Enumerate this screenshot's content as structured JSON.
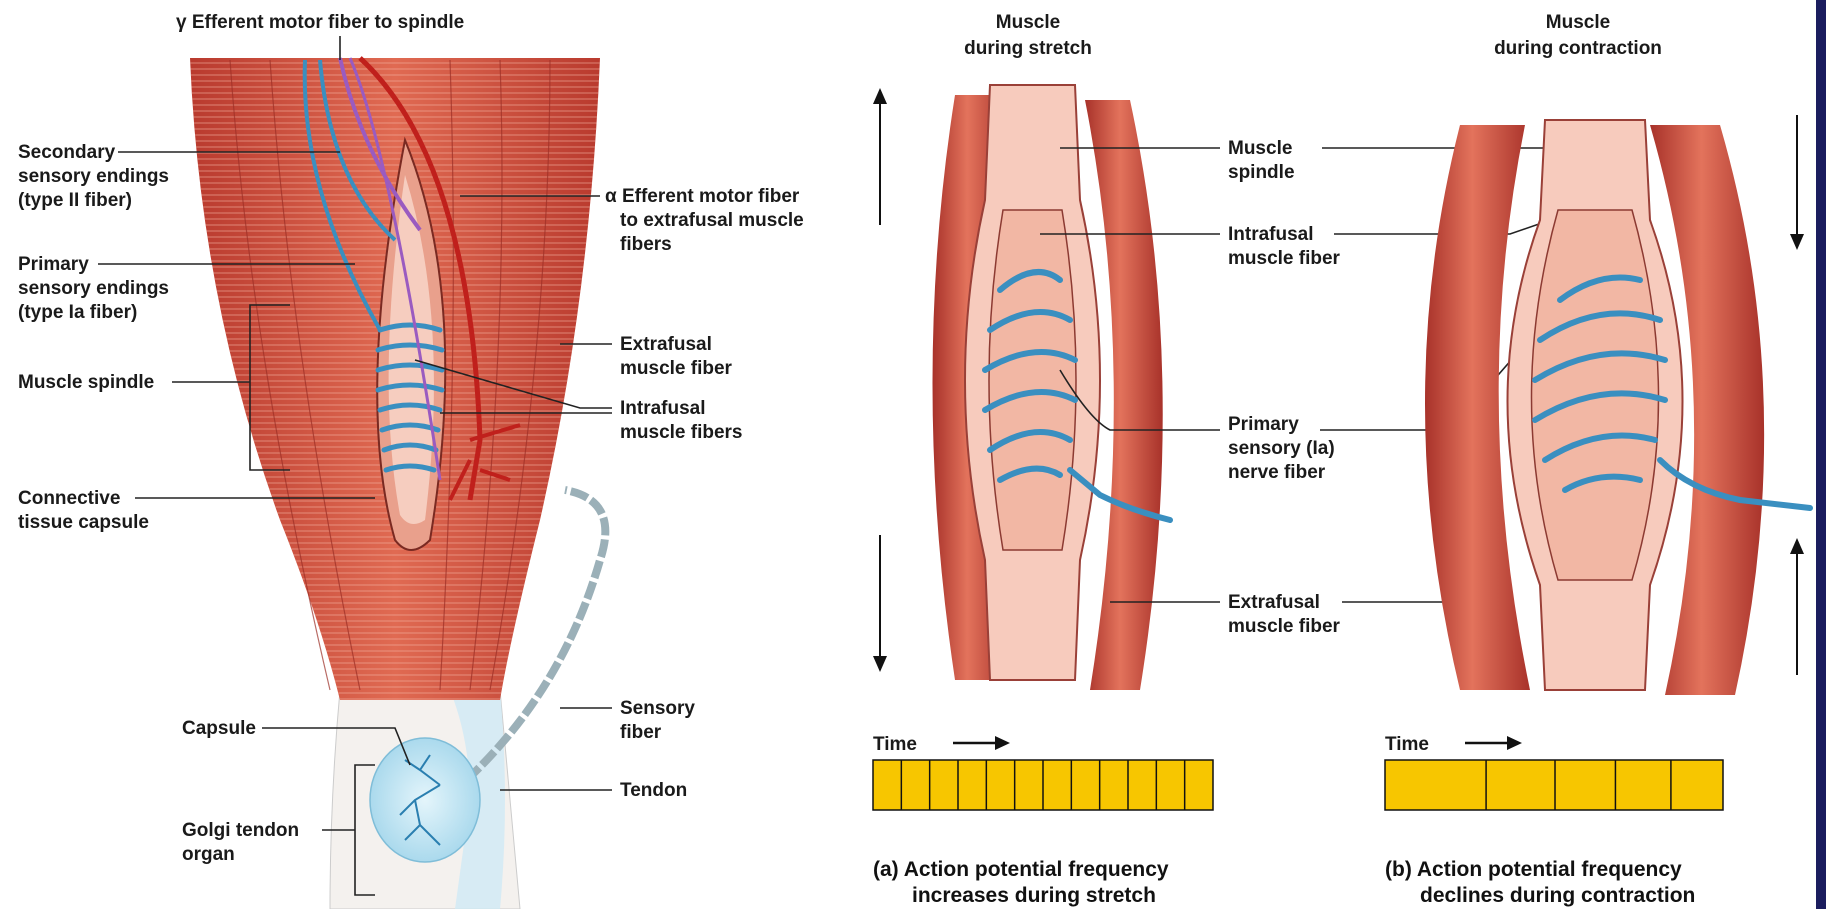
{
  "colors": {
    "muscle": "#c9483a",
    "muscle_light": "#e57a64",
    "spindle_inner": "#f7cbbd",
    "nerve_blue": "#3a8fc0",
    "motor_red": "#c0201c",
    "gamma_purple": "#9a5bc0",
    "tendon_blue": "#bfe3f0",
    "timeline_fill": "#f7c600",
    "border_right": "#1b1d5e"
  },
  "left_panel": {
    "gamma_label": "γ Efferent motor fiber to spindle",
    "secondary_endings": [
      "Secondary",
      "sensory endings",
      "(type II fiber)"
    ],
    "primary_endings": [
      "Primary",
      "sensory endings",
      "(type Ia fiber)"
    ],
    "muscle_spindle": "Muscle spindle",
    "connective_capsule": [
      "Connective",
      "tissue capsule"
    ],
    "alpha_fiber": [
      "α Efferent motor fiber",
      "to extrafusal muscle",
      "fibers"
    ],
    "extrafusal": [
      "Extrafusal",
      "muscle fiber"
    ],
    "intrafusal": [
      "Intrafusal",
      "muscle fibers"
    ],
    "sensory_fiber": [
      "Sensory",
      "fiber"
    ],
    "capsule": "Capsule",
    "tendon": "Tendon",
    "golgi": [
      "Golgi tendon",
      "organ"
    ]
  },
  "panel_a": {
    "title": [
      "Muscle",
      "during stretch"
    ],
    "time_label": "Time",
    "spike_count": 12,
    "caption": [
      "(a) Action potential frequency",
      "increases during stretch"
    ]
  },
  "panel_b": {
    "title": [
      "Muscle",
      "during contraction"
    ],
    "time_label": "Time",
    "spike_count": 5,
    "caption": [
      "(b) Action potential frequency",
      "declines during contraction"
    ]
  },
  "center_labels": {
    "muscle_spindle": [
      "Muscle",
      "spindle"
    ],
    "intrafusal": [
      "Intrafusal",
      "muscle fiber"
    ],
    "primary": [
      "Primary",
      "sensory (Ia)",
      "nerve fiber"
    ],
    "extrafusal": [
      "Extrafusal",
      "muscle fiber"
    ]
  }
}
